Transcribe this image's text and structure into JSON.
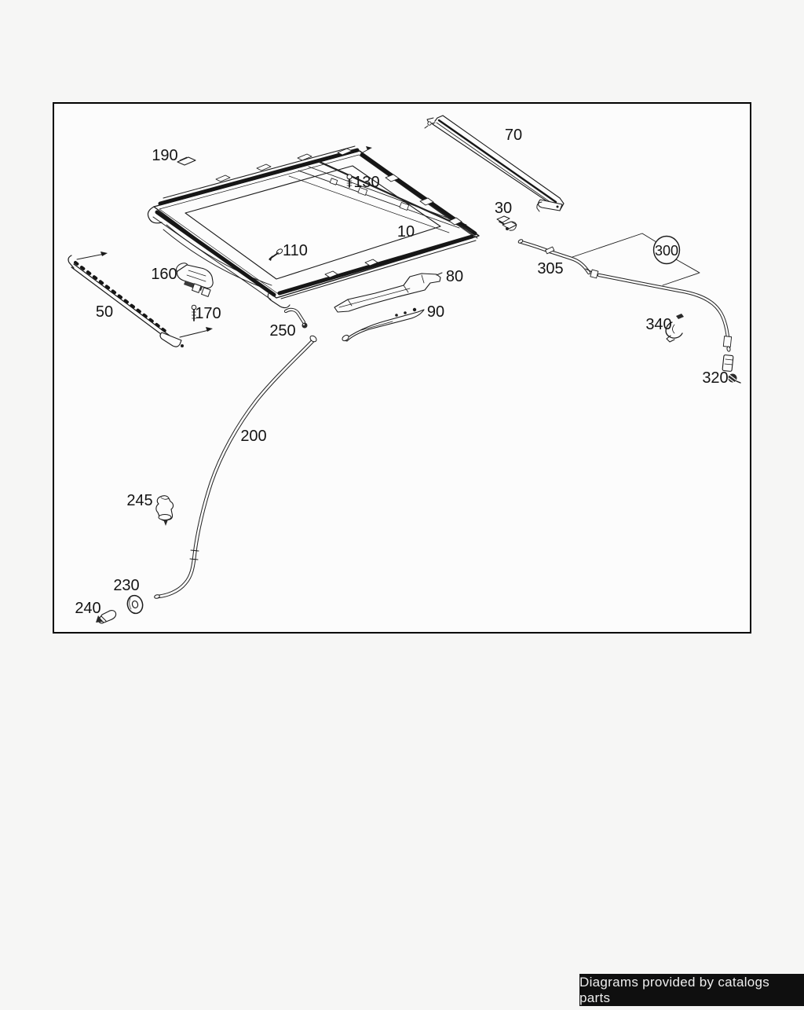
{
  "diagram": {
    "description": "sunroof-frame-exploded-parts-diagram",
    "labels": {
      "p10": "10",
      "p30": "30",
      "p50": "50",
      "p70": "70",
      "p80": "80",
      "p90": "90",
      "p110": "110",
      "p130": "130",
      "p160": "160",
      "p170": "170",
      "p190": "190",
      "p200": "200",
      "p230": "230",
      "p240": "240",
      "p245": "245",
      "p250": "250",
      "p300": "300",
      "p305": "305",
      "p320": "320",
      "p340": "340"
    },
    "colors": {
      "line": "#1b1b1b",
      "box_background": "#fcfcfc",
      "page_background": "#f6f6f5"
    }
  },
  "footer": {
    "text": "Diagrams provided by catalogs parts",
    "background": "#0f0f0f",
    "color": "#ededed"
  }
}
